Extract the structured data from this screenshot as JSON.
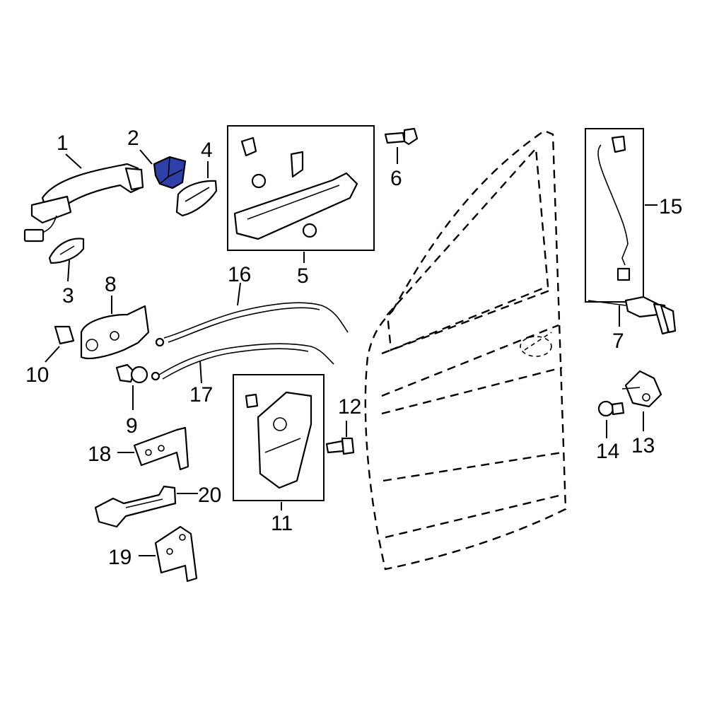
{
  "colors": {
    "highlight": "#2f3fa8",
    "line": "#000000",
    "background": "#ffffff"
  },
  "callouts": [
    {
      "id": "1",
      "label": "1"
    },
    {
      "id": "2",
      "label": "2"
    },
    {
      "id": "3",
      "label": "3"
    },
    {
      "id": "4",
      "label": "4"
    },
    {
      "id": "5",
      "label": "5"
    },
    {
      "id": "6",
      "label": "6"
    },
    {
      "id": "7",
      "label": "7"
    },
    {
      "id": "8",
      "label": "8"
    },
    {
      "id": "9",
      "label": "9"
    },
    {
      "id": "10",
      "label": "10"
    },
    {
      "id": "11",
      "label": "11"
    },
    {
      "id": "12",
      "label": "12"
    },
    {
      "id": "13",
      "label": "13"
    },
    {
      "id": "14",
      "label": "14"
    },
    {
      "id": "15",
      "label": "15"
    },
    {
      "id": "16",
      "label": "16"
    },
    {
      "id": "17",
      "label": "17"
    },
    {
      "id": "18",
      "label": "18"
    },
    {
      "id": "19",
      "label": "19"
    },
    {
      "id": "20",
      "label": "20"
    }
  ],
  "highlighted_part": "2"
}
